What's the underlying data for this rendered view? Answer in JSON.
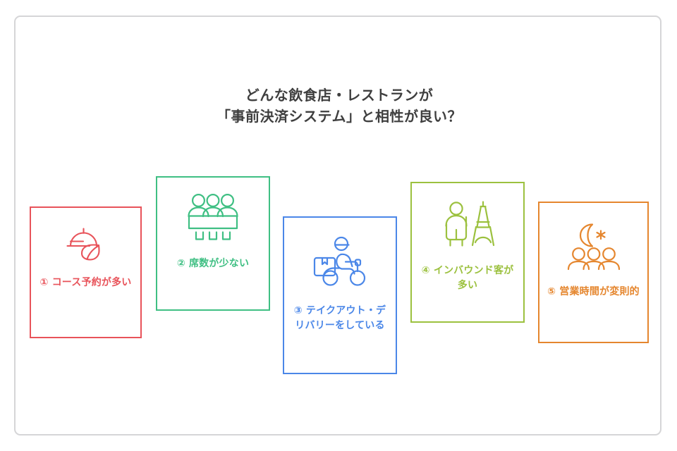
{
  "slide": {
    "title_line_1": "どんな飲食店・レストランが",
    "title_line_2": "「事前決済システム」と相性が良い？",
    "title_color": "#3f3f3f",
    "border_color": "#d5d5d7",
    "background": "#ffffff"
  },
  "cards": [
    {
      "number": "①",
      "label": "① コース予約が多い",
      "text": "コース予約が多い",
      "icon": "cloche-leaf-icon",
      "color": "#e8535a"
    },
    {
      "number": "②",
      "label": "② 席数が少ない",
      "text": "席数が少ない",
      "icon": "people-counter-seats-icon",
      "color": "#3fbf83"
    },
    {
      "number": "③",
      "label": "③ テイクアウト・デリバリーをしている",
      "text": "テイクアウト・デリバリーをしている",
      "icon": "delivery-scooter-icon",
      "color": "#4b87e8"
    },
    {
      "number": "④",
      "label": "④ インバウンド客が多い",
      "text": "インバウンド客が多い",
      "icon": "tourist-eiffel-tower-icon",
      "color": "#9cc13f"
    },
    {
      "number": "⑤",
      "label": "⑤ 営業時間が変則的",
      "text": "営業時間が変則的",
      "icon": "moon-star-people-icon",
      "color": "#e5862e"
    }
  ]
}
